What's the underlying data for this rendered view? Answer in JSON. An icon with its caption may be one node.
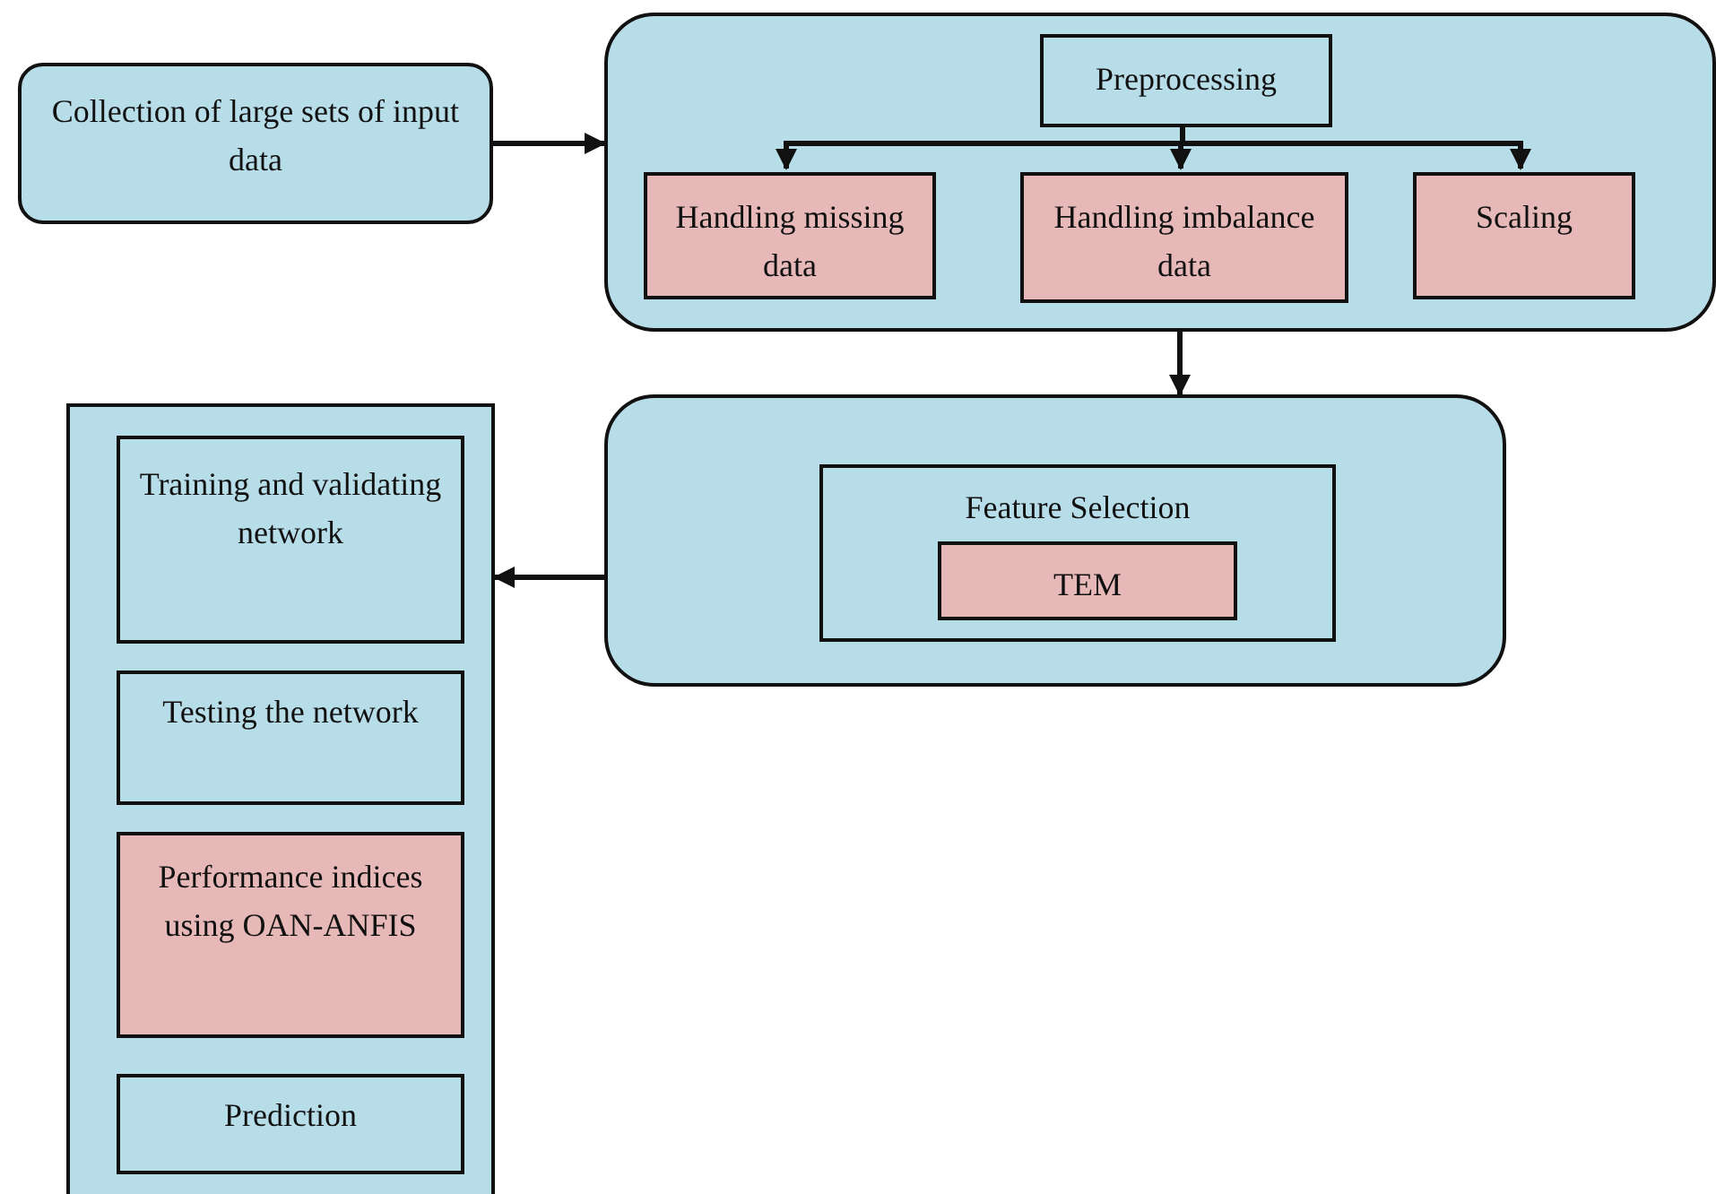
{
  "diagram": {
    "nodes": [
      {
        "text": [
          "Collection of large sets of input data"
        ]
      },
      {
        "text": [],
        "shape": "box"
      },
      {
        "text": [
          "Preprocessing"
        ],
        "in": 1
      },
      {
        "text": [
          "Handling missing data"
        ],
        "in": 1
      },
      {
        "text": [
          "Handling imbalance data"
        ],
        "in": 1
      },
      {
        "text": [
          "Scaling"
        ],
        "in": 1
      },
      {
        "text": [],
        "shape": "box"
      },
      {
        "text": [
          "Feature Selection"
        ],
        "in": 6
      },
      {
        "text": [
          "TEM"
        ],
        "in": 7
      },
      {
        "text": [],
        "shape": "box"
      },
      {
        "text": [
          "Training and validating network"
        ],
        "in": 9
      },
      {
        "text": [
          "Testing the network"
        ],
        "in": 9
      },
      {
        "text": [
          "Performance indices using OAN-ANFIS"
        ],
        "in": 9
      },
      {
        "text": [
          "Prediction"
        ],
        "in": 9
      }
    ],
    "edges": [
      {
        "from": 0,
        "to": 1,
        "arrow": "to"
      },
      {
        "from": 2,
        "to": 3,
        "arrow": "to"
      },
      {
        "from": 2,
        "to": 4,
        "arrow": "to"
      },
      {
        "from": 2,
        "to": 5,
        "arrow": "to"
      },
      {
        "from": 1,
        "to": 6,
        "arrow": "to"
      },
      {
        "from": 6,
        "to": 9,
        "arrow": "to"
      }
    ]
  }
}
